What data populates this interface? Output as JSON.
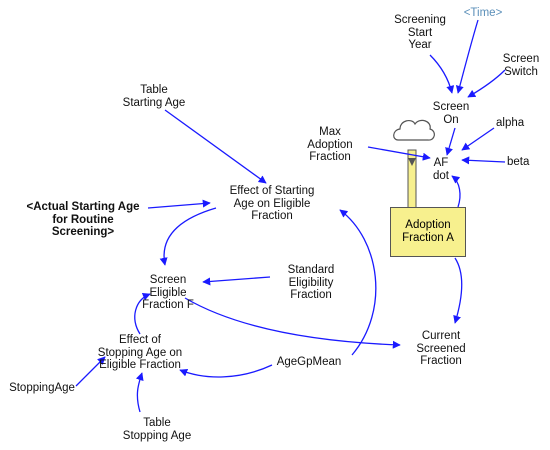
{
  "variables": {
    "screening_start_year": "Screening\nStart\nYear",
    "time": "<Time>",
    "screen_switch": "Screen\nSwitch",
    "screen_on": "Screen\nOn",
    "alpha": "alpha",
    "beta": "beta",
    "max_adoption_fraction": "Max\nAdoption\nFraction",
    "af_dot": "AF\ndot",
    "table_starting_age": "Table\nStarting Age",
    "effect_of_starting_age": "Effect of Starting\nAge on Eligible\nFraction",
    "actual_starting_age": "<Actual Starting Age\nfor Routine\nScreening>",
    "screen_eligible_fraction": "Screen\nEligible\nFraction F",
    "standard_eligibility_fraction": "Standard\nEligibility\nFraction",
    "effect_of_stopping_age": "Effect of\nStopping Age on\nEligible Fraction",
    "age_gp_mean": "AgeGpMean",
    "stopping_age": "StoppingAge",
    "table_stopping_age": "Table\nStopping Age",
    "current_screened_fraction": "Current\nScreened\nFraction"
  },
  "stock": {
    "adoption_fraction_a": "Adoption\nFraction A"
  },
  "colors": {
    "arrow": "#1a1aff",
    "stock_fill": "#f7f08e",
    "flow_fill": "#f7f08e",
    "shadow_variable_text": "#5b8fb9",
    "text": "#111111"
  }
}
